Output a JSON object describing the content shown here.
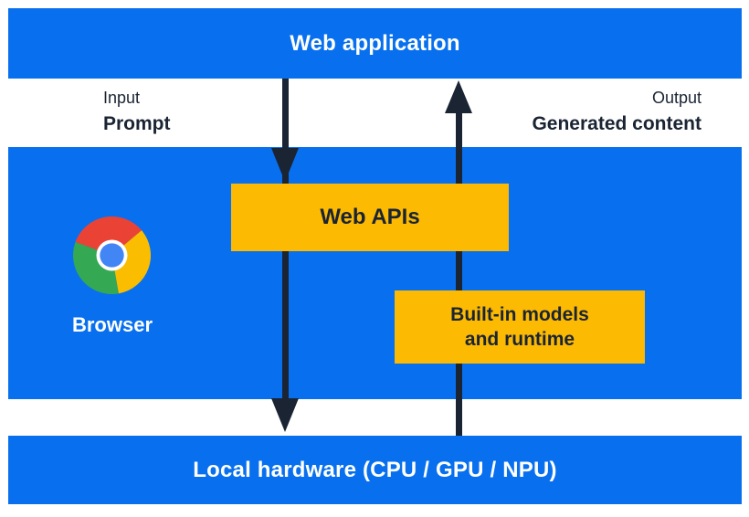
{
  "colors": {
    "band_blue": "#0870EE",
    "box_yellow": "#FCBA03",
    "ink_navy": "#1A2433",
    "text_white": "#FFFFFF",
    "chrome_red": "#EA4335",
    "chrome_yellow": "#FBBD00",
    "chrome_green": "#34A853",
    "chrome_blue": "#4285F4"
  },
  "bands": {
    "web_application": "Web application",
    "local_hardware": "Local hardware (CPU / GPU / NPU)"
  },
  "io": {
    "input_caption": "Input",
    "input_value": "Prompt",
    "output_caption": "Output",
    "output_value": "Generated content"
  },
  "browser": {
    "label": "Browser",
    "icon": "chrome-icon"
  },
  "boxes": {
    "web_apis": "Web APIs",
    "builtin_models_line1": "Built-in models",
    "builtin_models_line2": "and runtime"
  },
  "arrows": [
    {
      "name": "prompt-flow-arrow",
      "direction": "down"
    },
    {
      "name": "generated-content-flow-arrow",
      "direction": "up"
    }
  ]
}
